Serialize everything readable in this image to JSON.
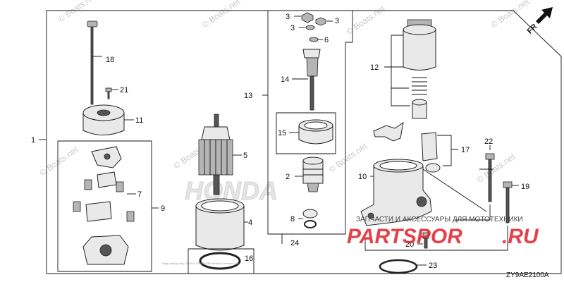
{
  "diagram": {
    "code": "ZY9AE2100A",
    "fr_label": "FR",
    "watermark": "© Boats.net",
    "brand_label": "HONDA",
    "shop": {
      "tagline": "ЗАПЧАСТИ И АКСЕССУАРЫ ДЛЯ МОТОТЕХНИКИ",
      "name_main": "PARTSPOR",
      "name_tld": ".RU"
    },
    "copyright": "Page display only. © 2004-2016 by ARI Network Services, Inc.",
    "callouts": {
      "p1": "1",
      "p2": "2",
      "p3a": "3",
      "p3b": "3",
      "p3c": "3",
      "p4": "4",
      "p5": "5",
      "p6": "6",
      "p7": "7",
      "p8": "8",
      "p9": "9",
      "p10": "10",
      "p11": "11",
      "p12": "12",
      "p13": "13",
      "p14": "14",
      "p15": "15",
      "p16": "16",
      "p17": "17",
      "p18": "18",
      "p19": "19",
      "p20": "20",
      "p21": "21",
      "p22": "22",
      "p23": "23",
      "p24": "24"
    }
  }
}
